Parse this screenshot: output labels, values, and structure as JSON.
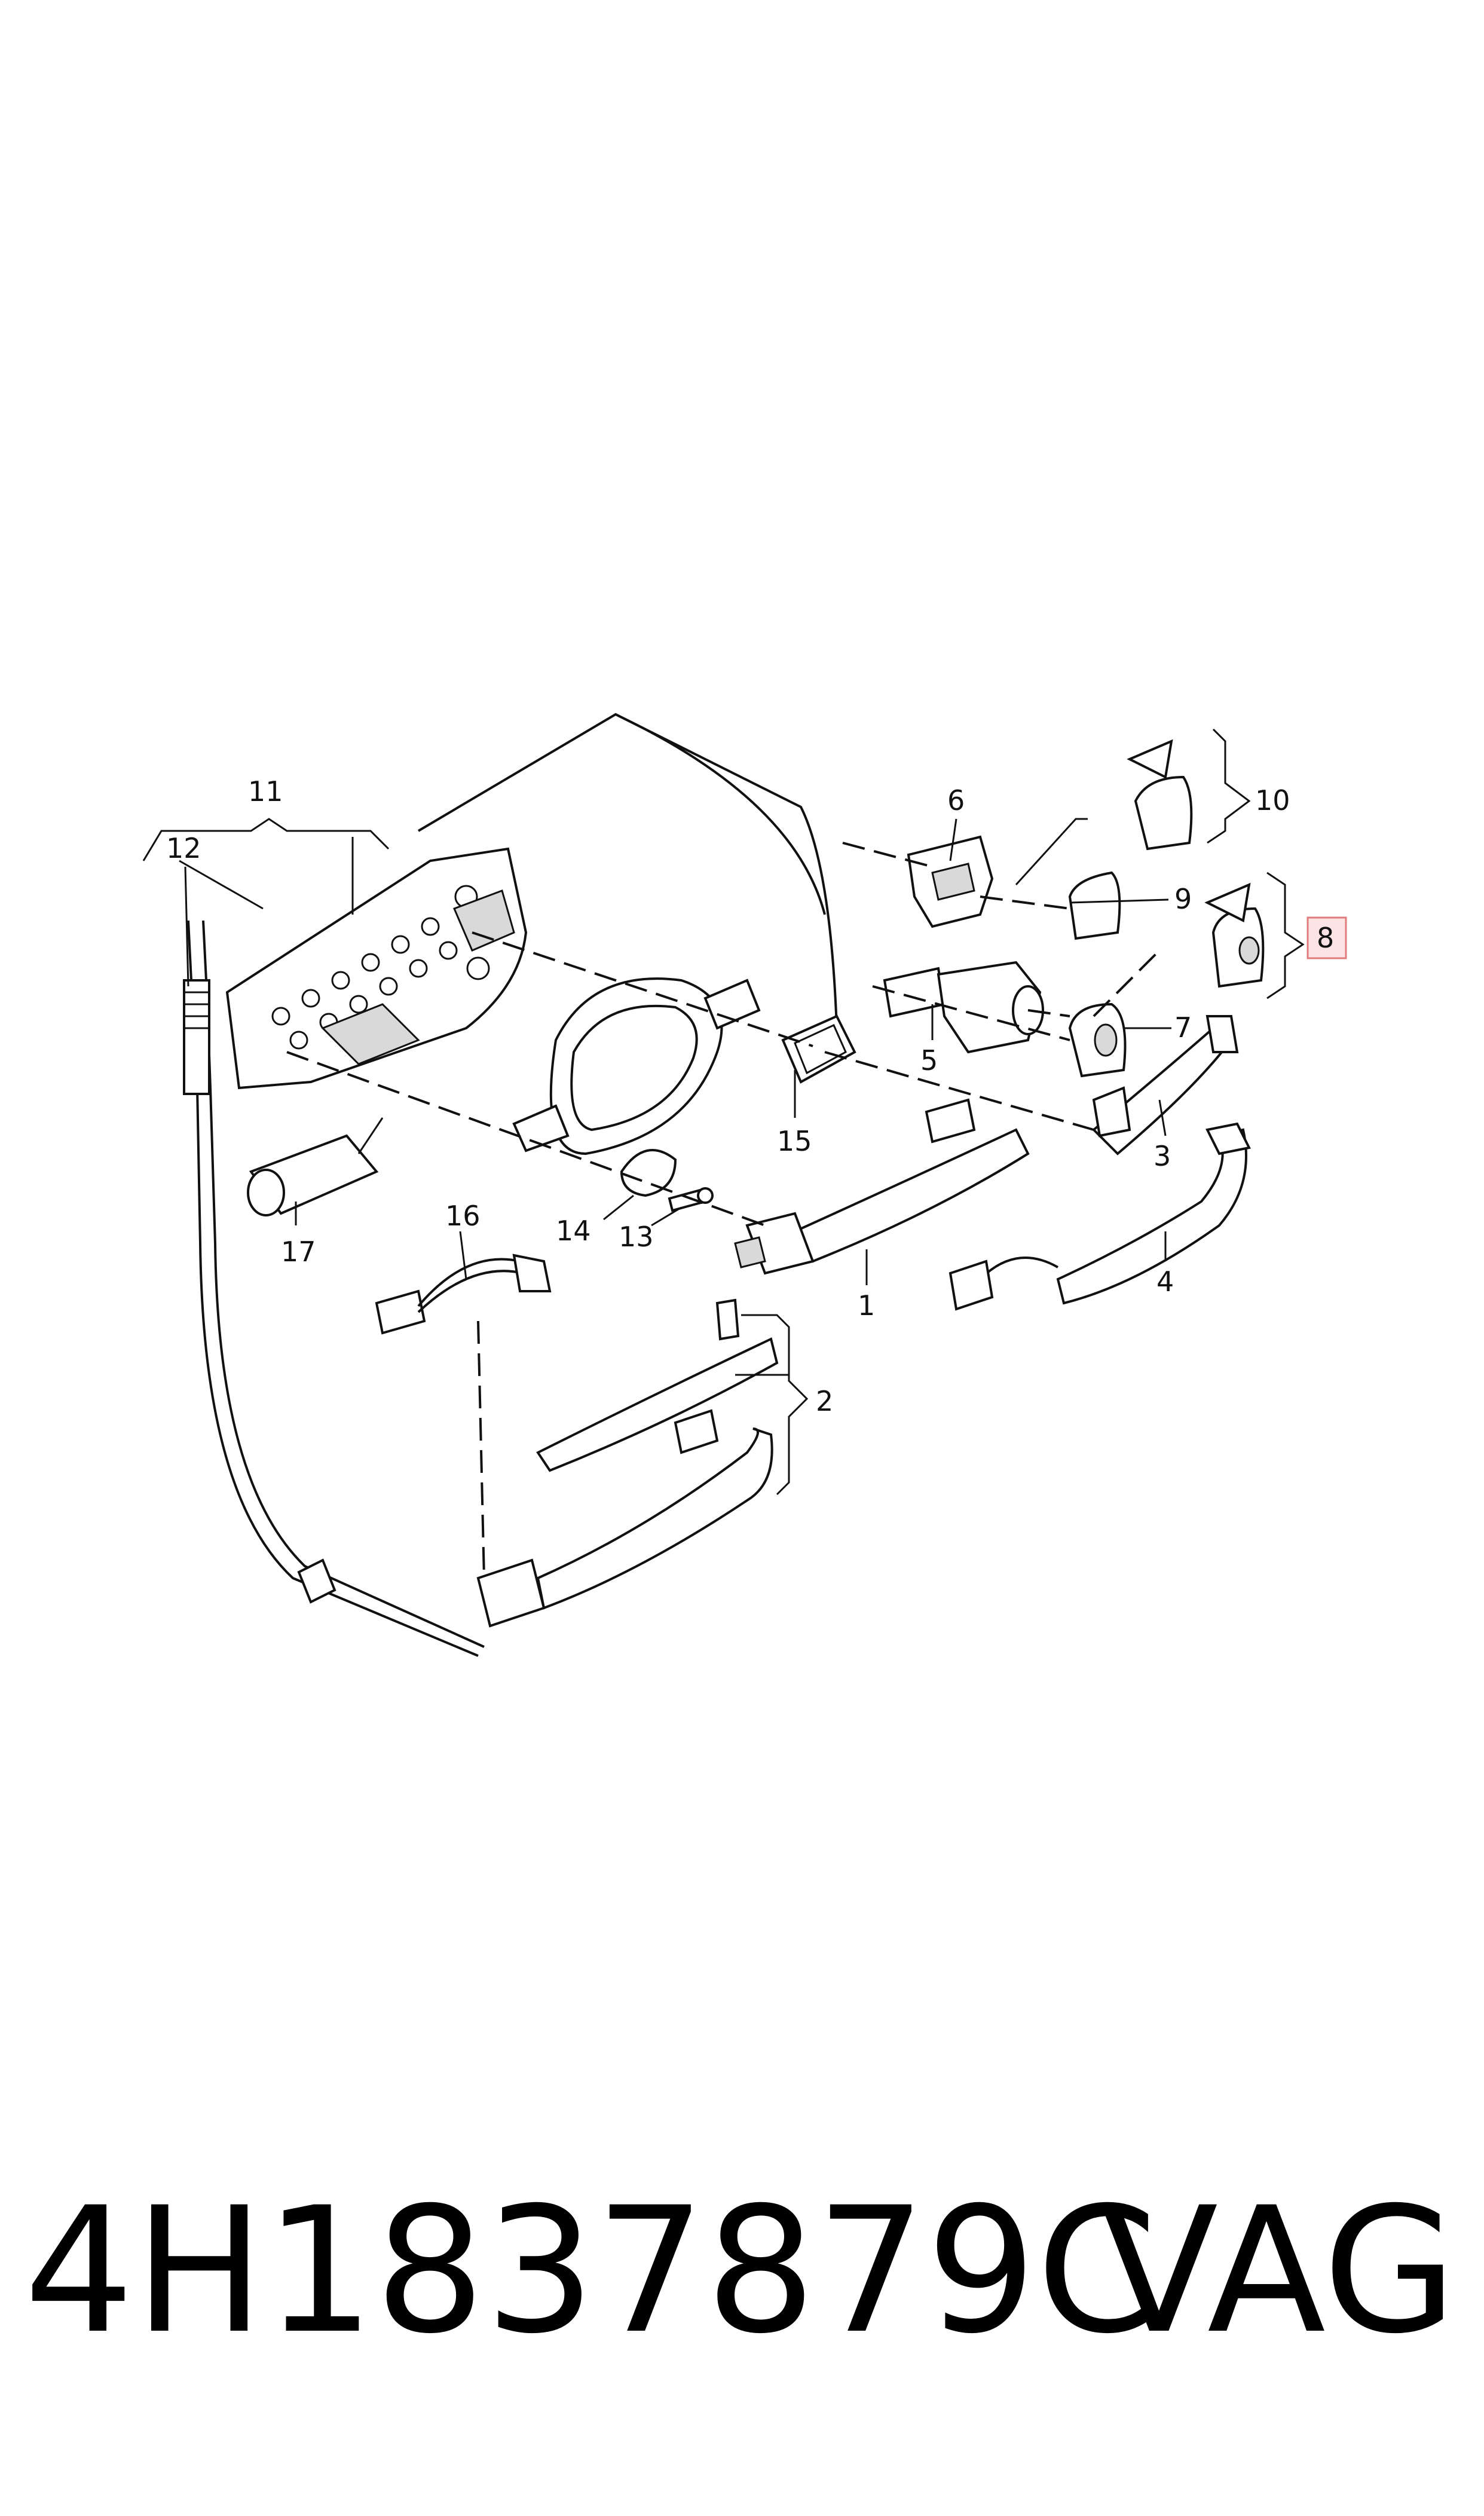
{
  "callouts": [
    {
      "id": "1",
      "text": "1"
    },
    {
      "id": "2",
      "text": "2"
    },
    {
      "id": "3",
      "text": "3"
    },
    {
      "id": "4",
      "text": "4"
    },
    {
      "id": "5",
      "text": "5"
    },
    {
      "id": "6",
      "text": "6"
    },
    {
      "id": "7",
      "text": "7"
    },
    {
      "id": "8",
      "text": "8"
    },
    {
      "id": "9",
      "text": "9"
    },
    {
      "id": "10",
      "text": "10"
    },
    {
      "id": "11",
      "text": "11"
    },
    {
      "id": "12",
      "text": "12"
    },
    {
      "id": "13",
      "text": "13"
    },
    {
      "id": "14",
      "text": "14"
    },
    {
      "id": "15",
      "text": "15"
    },
    {
      "id": "16",
      "text": "16"
    },
    {
      "id": "17",
      "text": "17"
    }
  ],
  "highlighted_callout": "8",
  "highlight_color": "#fde3e3",
  "part_number": "4H1837879C",
  "vendor": "VAG"
}
